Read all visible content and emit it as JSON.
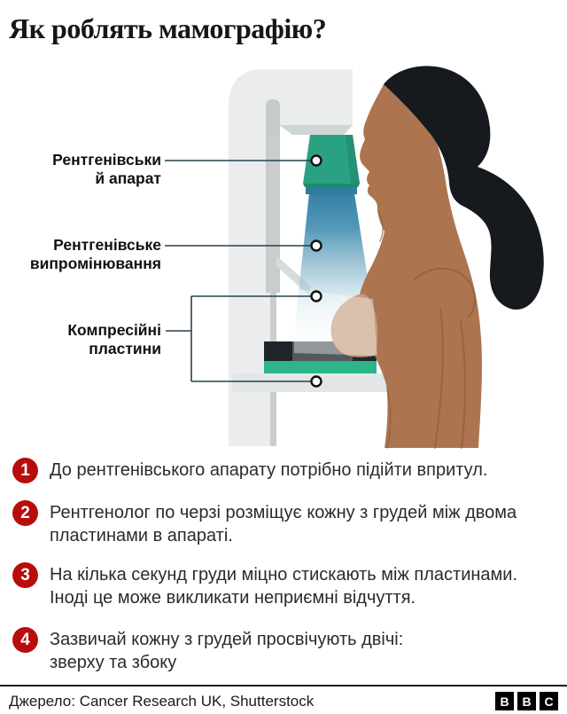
{
  "title": "Як роблять мамографію?",
  "labels": {
    "xray_machine": {
      "line1": "Рентгенівськи",
      "line2": "й апарат"
    },
    "xray_radiation": {
      "line1": "Рентгенівське",
      "line2": "випромінювання"
    },
    "compression_plates": {
      "line1": "Компресійні",
      "line2": "пластини"
    }
  },
  "steps": [
    {
      "num": "1",
      "text": "До рентгенівського апарату потрібно підійти впритул."
    },
    {
      "num": "2",
      "text": "Рентгенолог по черзі розміщує кожну з грудей між двома\nпластинами в апараті."
    },
    {
      "num": "3",
      "text": "На кілька секунд груди міцно стискають між пластинами.\nІноді це може викликати неприємні відчуття."
    },
    {
      "num": "4",
      "text": "Зазвичай кожну з грудей просвічують двічі:\nзверху та збоку"
    }
  ],
  "footer": {
    "source": "Джерело: Cancer Research UK, Shutterstock",
    "logo_letters": [
      "B",
      "B",
      "C"
    ]
  },
  "colors": {
    "step_badge_red": "#b80d0d",
    "machine_green": "#2ba184",
    "plate_green": "#2db489",
    "beam_blue": "#2e7da1",
    "machine_gray": "#eaeced",
    "skin": "#ac7550",
    "hair": "#16191d"
  }
}
